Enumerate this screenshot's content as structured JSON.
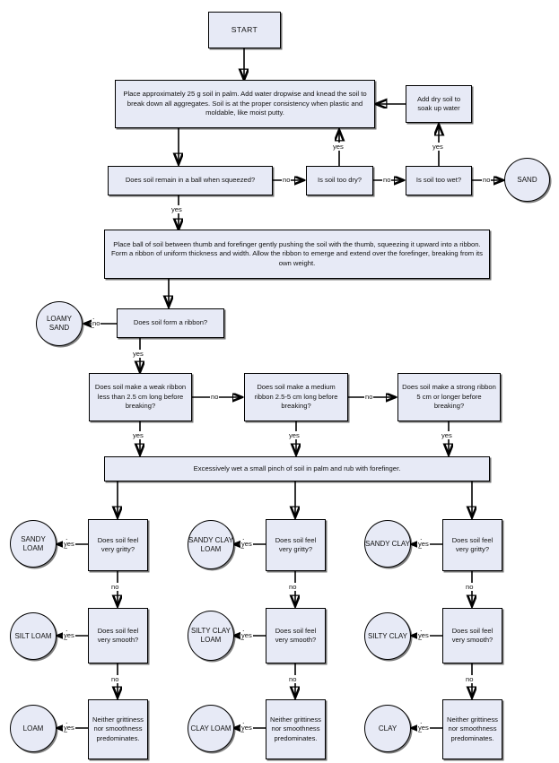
{
  "diagram": {
    "title": "Soil Texture by Feel Flowchart",
    "accent_fill": "#e7eaf6",
    "stroke": "#000000"
  },
  "nodes": {
    "start": "START",
    "prep": "Place approximately 25 g soil in palm. Add water dropwise and knead the soil to break down all aggregates. Soil is at the proper consistency when plastic and moldable, like moist putty.",
    "add_dry": "Add dry soil to soak up water",
    "ball": "Does soil remain in a ball when squeezed?",
    "too_dry": "Is soil too dry?",
    "too_wet": "Is soil too wet?",
    "sand": "SAND",
    "ribbon_instr": "Place ball of soil between thumb and forefinger gently pushing the soil with the thumb, squeezing it upward into a ribbon. Form a ribbon of uniform thickness and width. Allow the ribbon to emerge and extend over the forefinger, breaking from its own weight.",
    "loamy_sand": "LOAMY SAND",
    "forms_ribbon": "Does soil form a ribbon?",
    "weak_ribbon": "Does soil make a weak ribbon less than 2.5 cm long before breaking?",
    "medium_ribbon": "Does soil make a medium ribbon 2.5-5 cm long before breaking?",
    "strong_ribbon": "Does soil make a strong ribbon 5 cm or longer before breaking?",
    "wet_pinch": "Excessively wet a small pinch of soil in palm and rub with forefinger.",
    "gritty_1": "Does soil feel very gritty?",
    "gritty_2": "Does soil feel very gritty?",
    "gritty_3": "Does soil feel very gritty?",
    "smooth_1": "Does soil feel very smooth?",
    "smooth_2": "Does soil feel very smooth?",
    "smooth_3": "Does soil feel very smooth?",
    "neither_1": "Neither grittiness nor smoothness predominates.",
    "neither_2": "Neither grittiness nor smoothness predominates.",
    "neither_3": "Neither grittiness nor smoothness predominates.",
    "sandy_loam": "SANDY LOAM",
    "sandy_clay_loam": "SANDY CLAY LOAM",
    "sandy_clay": "SANDY CLAY",
    "silt_loam": "SILT LOAM",
    "silty_clay_loam": "SILTY CLAY LOAM",
    "silty_clay": "SILTY CLAY",
    "loam": "LOAM",
    "clay_loam": "CLAY LOAM",
    "clay": "CLAY"
  },
  "edge_labels": {
    "ball_yes": "yes",
    "ball_no": "no",
    "too_dry_no": "no",
    "too_dry_yes": "yes",
    "too_wet_no": "no",
    "too_wet_yes": "yes",
    "ribbon_no": "no",
    "ribbon_yes": "yes",
    "weak_no": "no",
    "weak_yes": "yes",
    "medium_no": "no",
    "medium_yes": "yes",
    "strong_yes": "yes",
    "gritty1_yes": "yes",
    "gritty1_no": "no",
    "gritty2_yes": "yes",
    "gritty2_no": "no",
    "gritty3_yes": "yes",
    "gritty3_no": "no",
    "smooth1_yes": "yes",
    "smooth1_no": "no",
    "smooth2_yes": "yes",
    "smooth2_no": "no",
    "smooth3_yes": "yes",
    "smooth3_no": "no",
    "neither1_yes": "yes",
    "neither2_yes": "yes",
    "neither3_yes": "yes"
  }
}
